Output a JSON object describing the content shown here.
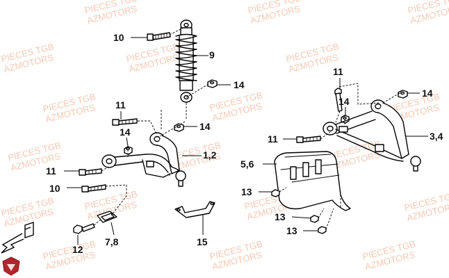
{
  "watermark": {
    "line1": "PIECES TGB",
    "line2": "AZMOTORS"
  },
  "callouts": {
    "c_10_top": "10",
    "c_9": "9",
    "c_14_a": "14",
    "c_11_l1": "11",
    "c_14_l": "14",
    "c_14_b": "14",
    "c_12_r": "1,2",
    "c_11_l2": "11",
    "c_10_l": "10",
    "c_12": "12",
    "c_78": "7,8",
    "c_15": "15",
    "c_11_r1": "11",
    "c_14_r1": "14",
    "c_14_r2": "14",
    "c_11_r2": "11",
    "c_34": "3,4",
    "c_56": "5,6",
    "c_13_a": "13",
    "c_13_b": "13",
    "c_13_c": "13"
  },
  "icons": [
    "front-arrow-icon",
    "brand-logo-icon"
  ]
}
